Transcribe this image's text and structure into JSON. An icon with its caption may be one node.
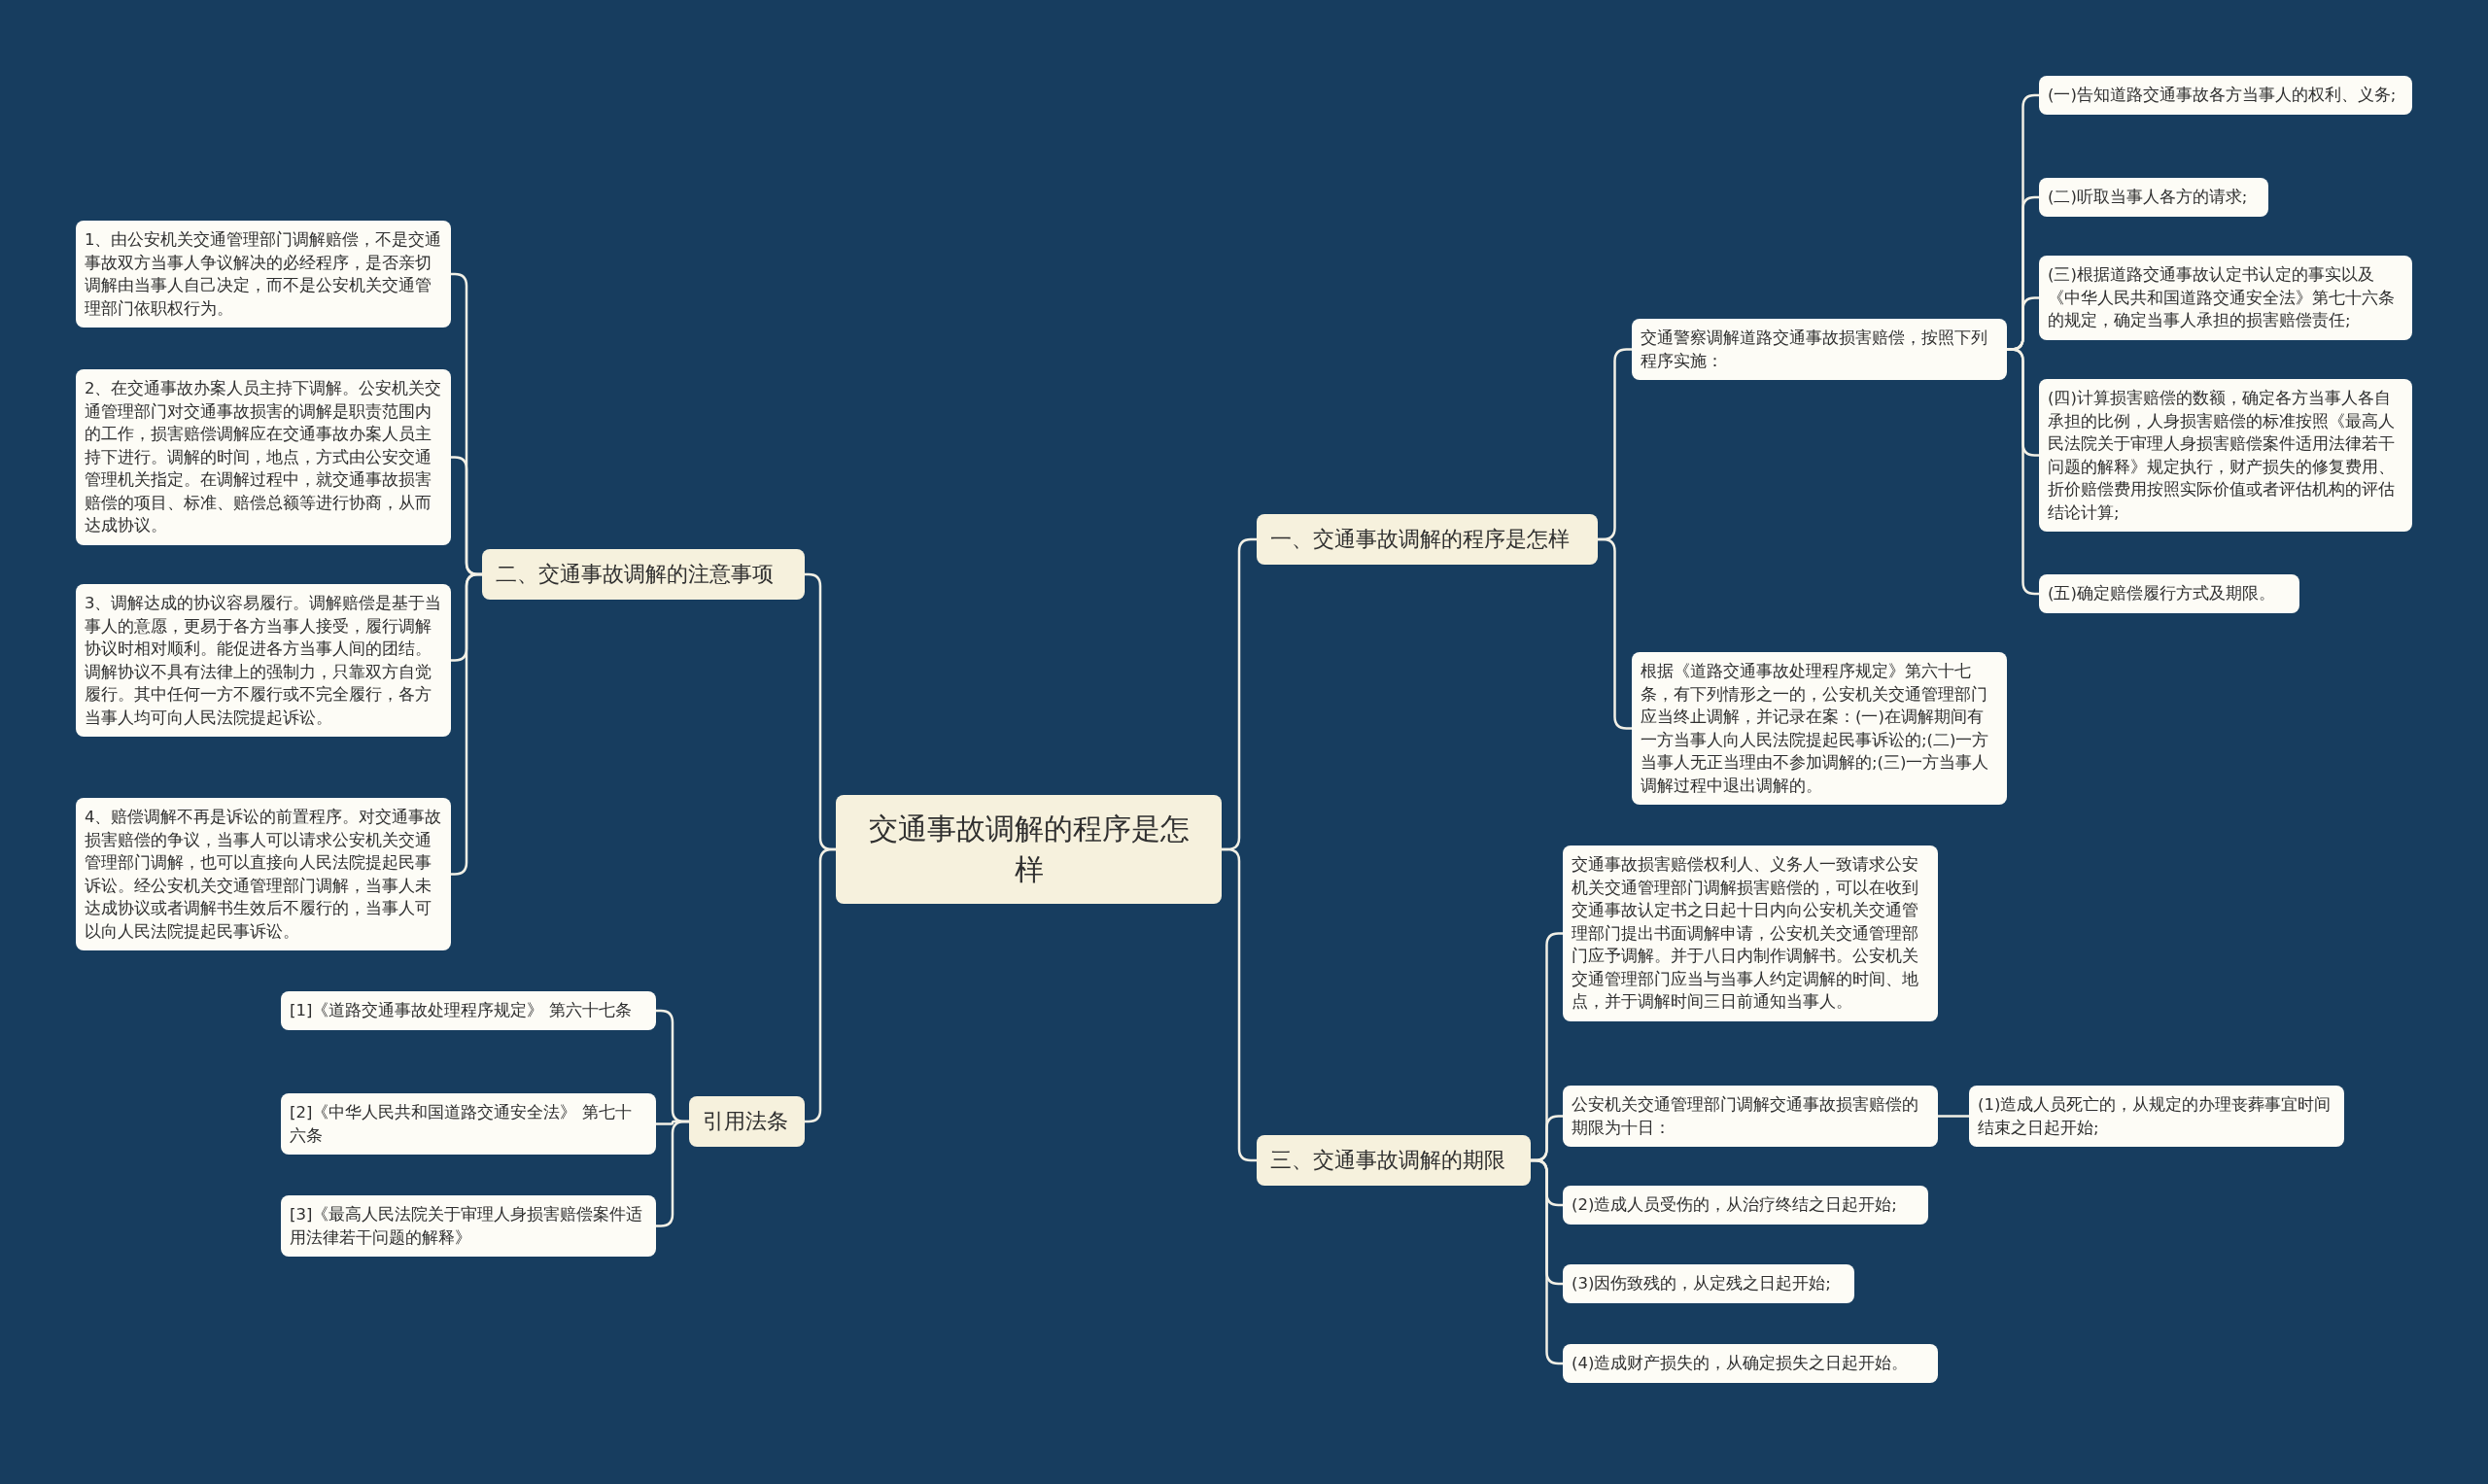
{
  "diagram": {
    "nodes": [
      {
        "text": [
          "交通事故调解的程序是怎样"
        ]
      },
      {
        "text": [
          "一、交通事故调解的程序是怎样"
        ]
      },
      {
        "text": [
          "交通警察调解道路交通事故损害赔偿，按照下列程序实施："
        ]
      },
      {
        "text": [
          "(一)告知道路交通事故各方当事人的权利、义务;"
        ]
      },
      {
        "text": [
          "(二)听取当事人各方的请求;"
        ]
      },
      {
        "text": [
          "(三)根据道路交通事故认定书认定的事实以及《中华人民共和国道路交通安全法》第七十六条的规定，确定当事人承担的损害赔偿责任;"
        ]
      },
      {
        "text": [
          "(四)计算损害赔偿的数额，确定各方当事人各自承担的比例，人身损害赔偿的标准按照《最高人民法院关于审理人身损害赔偿案件适用法律若干问题的解释》规定执行，财产损失的修复费用、折价赔偿费用按照实际价值或者评估机构的评估结论计算;"
        ]
      },
      {
        "text": [
          "(五)确定赔偿履行方式及期限。"
        ]
      },
      {
        "text": [
          "根据《道路交通事故处理程序规定》第六十七条，有下列情形之一的，公安机关交通管理部门应当终止调解，并记录在案：(一)在调解期间有一方当事人向人民法院提起民事诉讼的;(二)一方当事人无正当理由不参加调解的;(三)一方当事人调解过程中退出调解的。"
        ]
      },
      {
        "text": [
          "三、交通事故调解的期限"
        ]
      },
      {
        "text": [
          "交通事故损害赔偿权利人、义务人一致请求公安机关交通管理部门调解损害赔偿的，可以在收到交通事故认定书之日起十日内向公安机关交通管理部门提出书面调解申请，公安机关交通管理部门应予调解。并于八日内制作调解书。公安机关交通管理部门应当与当事人约定调解的时间、地点，并于调解时间三日前通知当事人。"
        ]
      },
      {
        "text": [
          "公安机关交通管理部门调解交通事故损害赔偿的期限为十日："
        ]
      },
      {
        "text": [
          "(1)造成人员死亡的，从规定的办理丧葬事宜时间结束之日起开始;"
        ]
      },
      {
        "text": [
          "(2)造成人员受伤的，从治疗终结之日起开始;"
        ]
      },
      {
        "text": [
          "(3)因伤致残的，从定残之日起开始;"
        ]
      },
      {
        "text": [
          "(4)造成财产损失的，从确定损失之日起开始。"
        ]
      },
      {
        "text": [
          "二、交通事故调解的注意事项"
        ]
      },
      {
        "text": [
          "1、由公安机关交通管理部门调解赔偿，不是交通事故双方当事人争议解决的必经程序，是否亲切调解由当事人自己决定，而不是公安机关交通管理部门依职权行为。"
        ]
      },
      {
        "text": [
          "2、在交通事故办案人员主持下调解。公安机关交通管理部门对交通事故损害的调解是职责范围内的工作，损害赔偿调解应在交通事故办案人员主持下进行。调解的时间，地点，方式由公安交通管理机关指定。在调解过程中，就交通事故损害赔偿的项目、标准、赔偿总额等进行协商，从而达成协议。"
        ]
      },
      {
        "text": [
          "3、调解达成的协议容易履行。调解赔偿是基于当事人的意愿，更易于各方当事人接受，履行调解协议时相对顺利。能促进各方当事人间的团结。调解协议不具有法律上的强制力，只靠双方自觉履行。其中任何一方不履行或不完全履行，各方当事人均可向人民法院提起诉讼。"
        ]
      },
      {
        "text": [
          "4、赔偿调解不再是诉讼的前置程序。对交通事故损害赔偿的争议，当事人可以请求公安机关交通管理部门调解，也可以直接向人民法院提起民事诉讼。经公安机关交通管理部门调解，当事人未达成协议或者调解书生效后不履行的，当事人可以向人民法院提起民事诉讼。"
        ]
      },
      {
        "text": [
          "引用法条"
        ]
      },
      {
        "text": [
          "[1]《道路交通事故处理程序规定》 第六十七条"
        ]
      },
      {
        "text": [
          "[2]《中华人民共和国道路交通安全法》 第七十六条"
        ]
      },
      {
        "text": [
          "[3]《最高人民法院关于审理人身损害赔偿案件适用法律若干问题的解释》"
        ]
      }
    ],
    "edges": [
      {
        "from": 0,
        "to": 1,
        "arrow": "none"
      },
      {
        "from": 1,
        "to": 2,
        "arrow": "none"
      },
      {
        "from": 2,
        "to": 3,
        "arrow": "none"
      },
      {
        "from": 2,
        "to": 4,
        "arrow": "none"
      },
      {
        "from": 2,
        "to": 5,
        "arrow": "none"
      },
      {
        "from": 2,
        "to": 6,
        "arrow": "none"
      },
      {
        "from": 2,
        "to": 7,
        "arrow": "none"
      },
      {
        "from": 1,
        "to": 8,
        "arrow": "none"
      },
      {
        "from": 0,
        "to": 9,
        "arrow": "none"
      },
      {
        "from": 9,
        "to": 10,
        "arrow": "none"
      },
      {
        "from": 9,
        "to": 11,
        "arrow": "none"
      },
      {
        "from": 11,
        "to": 12,
        "arrow": "none"
      },
      {
        "from": 9,
        "to": 13,
        "arrow": "none"
      },
      {
        "from": 9,
        "to": 14,
        "arrow": "none"
      },
      {
        "from": 9,
        "to": 15,
        "arrow": "none"
      },
      {
        "from": 0,
        "to": 16,
        "arrow": "none"
      },
      {
        "from": 16,
        "to": 17,
        "arrow": "none"
      },
      {
        "from": 16,
        "to": 18,
        "arrow": "none"
      },
      {
        "from": 16,
        "to": 19,
        "arrow": "none"
      },
      {
        "from": 16,
        "to": 20,
        "arrow": "none"
      },
      {
        "from": 0,
        "to": 21,
        "arrow": "none"
      },
      {
        "from": 21,
        "to": 22,
        "arrow": "none"
      },
      {
        "from": 21,
        "to": 23,
        "arrow": "none"
      },
      {
        "from": 21,
        "to": 24,
        "arrow": "none"
      }
    ]
  }
}
